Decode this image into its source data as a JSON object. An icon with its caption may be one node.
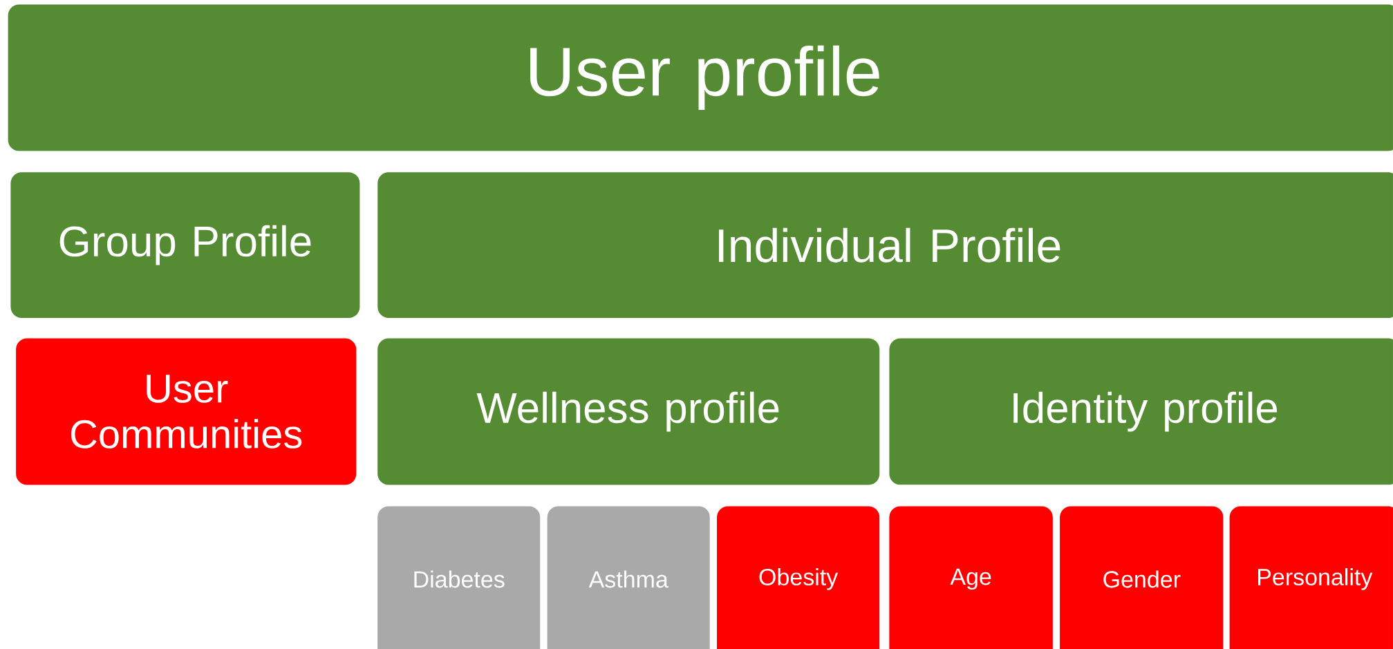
{
  "diagram": {
    "nodes": [
      {
        "text": [
          "User profile"
        ]
      },
      {
        "text": [
          "Group Profile"
        ]
      },
      {
        "text": [
          "Individual Profile"
        ]
      },
      {
        "text": [
          "User Communities"
        ]
      },
      {
        "text": [
          "Wellness profile"
        ]
      },
      {
        "text": [
          "Identity profile"
        ]
      },
      {
        "text": [
          "Diabetes"
        ]
      },
      {
        "text": [
          "Asthma"
        ]
      },
      {
        "text": [
          "Obesity"
        ]
      },
      {
        "text": [
          "Age"
        ]
      },
      {
        "text": [
          "Gender"
        ]
      },
      {
        "text": [
          "Personality"
        ]
      }
    ]
  }
}
